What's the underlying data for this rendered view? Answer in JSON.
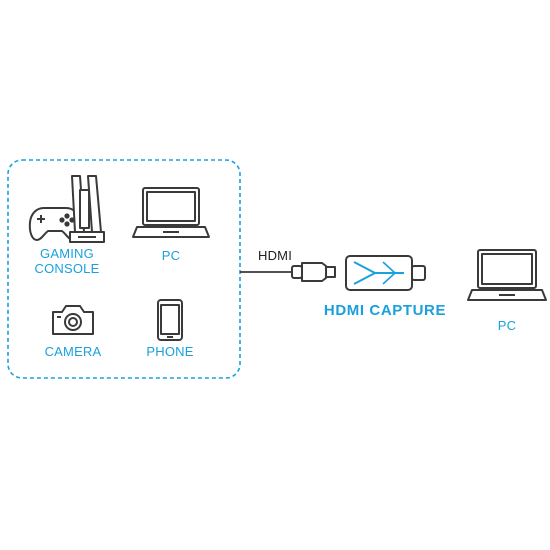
{
  "sources": {
    "gaming_console": "GAMING\nCONSOLE",
    "pc": "PC",
    "camera": "CAMERA",
    "phone": "PHONE"
  },
  "cable_label": "HDMI",
  "capture_label": "HDMI CAPTURE",
  "target_label": "PC",
  "colors": {
    "accent": "#1aa0dd",
    "icon_stroke": "#3a3a3a",
    "icon_fill": "#ffffff"
  },
  "icons": [
    "gamepad-icon",
    "console-icon",
    "laptop-icon",
    "camera-icon",
    "phone-icon",
    "hdmi-cable-icon",
    "capture-card-icon",
    "laptop-icon"
  ]
}
